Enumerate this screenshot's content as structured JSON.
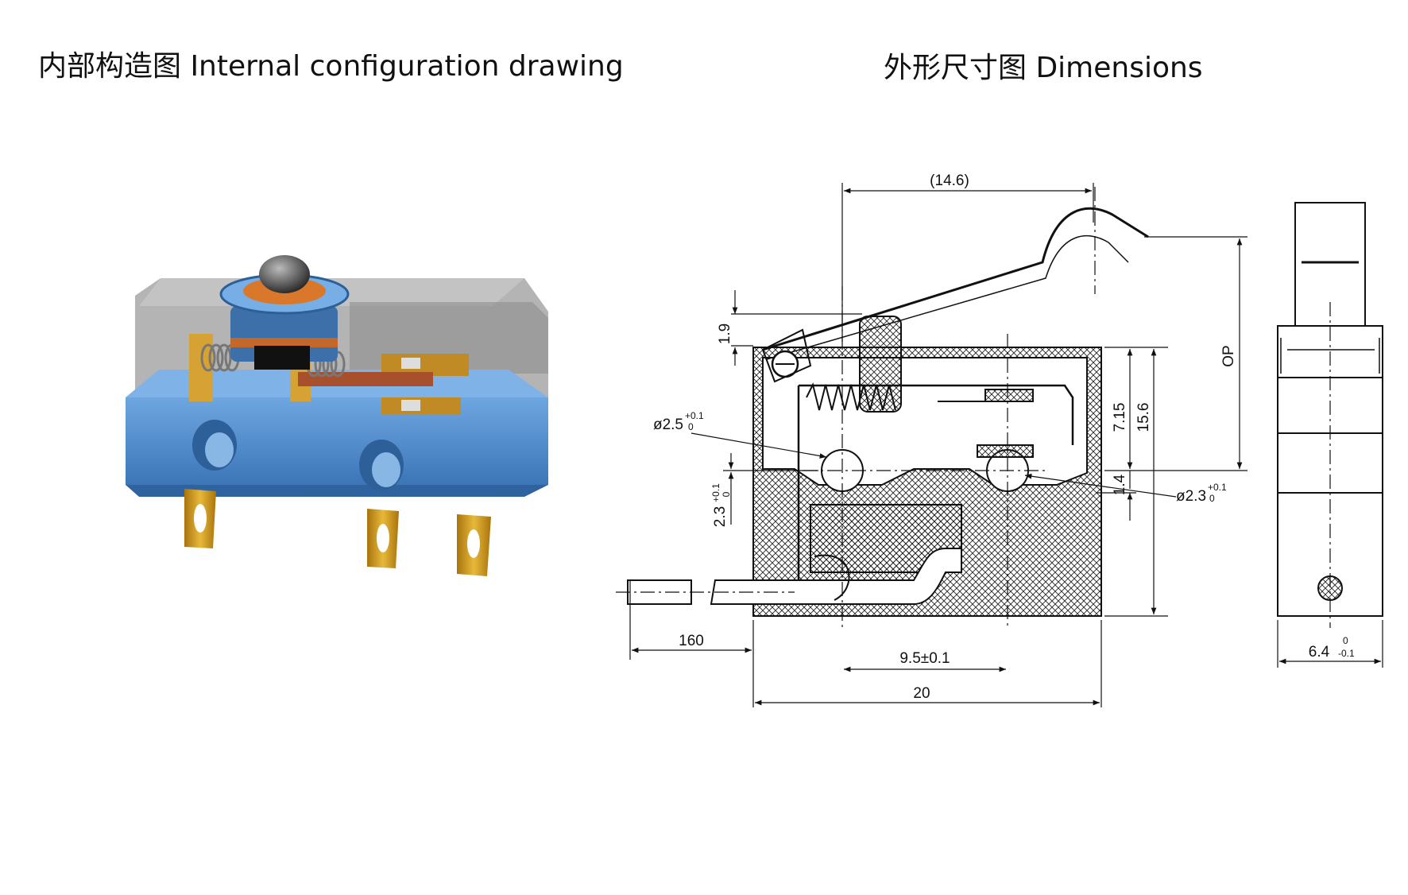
{
  "titles": {
    "internal": "内部构造图 Internal configuration drawing",
    "dimensions": "外形尺寸图 Dimensions"
  },
  "dims": {
    "lever_reach": "(14.6)",
    "lever_height": "1.9",
    "op": "OP",
    "height_715": "7.15",
    "height_156": "15.6",
    "height_14": "1.4",
    "hole_left_main": "ø2.5",
    "hole_left_tol_up": "+0.1",
    "hole_left_tol_lo": "0",
    "hole_right_main": "ø2.3",
    "hole_right_tol_up": "+0.1",
    "hole_right_tol_lo": "0",
    "offset_main": "2.3",
    "offset_tol_up": "+0.1",
    "offset_tol_lo": "0",
    "wire_len": "160",
    "pitch": "9.5±0.1",
    "width": "20",
    "thick_main": "6.4",
    "thick_tol_up": "0",
    "thick_tol_lo": "-0.1"
  },
  "colors": {
    "housing_grey": "#9a9a9a",
    "base_blue": "#4a86c8",
    "terminal_gold": "#c9961e",
    "plunger_orange": "#d9782a"
  }
}
